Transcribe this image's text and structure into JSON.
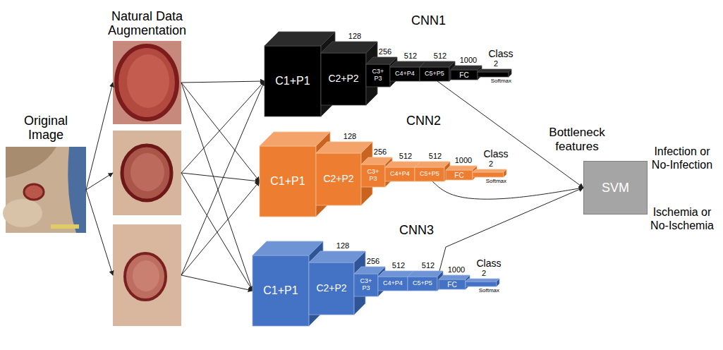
{
  "diagram": {
    "nodes": [
      {
        "text": [
          "Original Image"
        ]
      },
      {
        "text": [
          "Natural Data Augmentation"
        ]
      },
      {
        "text": [
          "CNN1"
        ]
      },
      {
        "text": [
          "C1+P1"
        ],
        "in": 2
      },
      {
        "text": [
          "C2+P2",
          "128"
        ],
        "in": 2
      },
      {
        "text": [
          "C3+ P3",
          "256"
        ],
        "in": 2
      },
      {
        "text": [
          "C4+P4",
          "512"
        ],
        "in": 2
      },
      {
        "text": [
          "C5+P5",
          "512"
        ],
        "in": 2
      },
      {
        "text": [
          "FC",
          "1000"
        ],
        "in": 2
      },
      {
        "text": [
          "Class",
          "2",
          "Softmax"
        ],
        "in": 2
      },
      {
        "text": [
          "CNN2"
        ]
      },
      {
        "text": [
          "C1+P1"
        ],
        "in": 10
      },
      {
        "text": [
          "C2+P2",
          "128"
        ],
        "in": 10
      },
      {
        "text": [
          "C3+ P3",
          "256"
        ],
        "in": 10
      },
      {
        "text": [
          "C4+P4",
          "512"
        ],
        "in": 10
      },
      {
        "text": [
          "C5+P5",
          "512"
        ],
        "in": 10
      },
      {
        "text": [
          "FC",
          "1000"
        ],
        "in": 10
      },
      {
        "text": [
          "Class",
          "2",
          "Softmax"
        ],
        "in": 10
      },
      {
        "text": [
          "CNN3"
        ]
      },
      {
        "text": [
          "C1+P1"
        ],
        "in": 18
      },
      {
        "text": [
          "C2+P2",
          "128"
        ],
        "in": 18
      },
      {
        "text": [
          "C3+ P3",
          "256"
        ],
        "in": 18
      },
      {
        "text": [
          "C4+P4",
          "512"
        ],
        "in": 18
      },
      {
        "text": [
          "C5+P5",
          "512"
        ],
        "in": 18
      },
      {
        "text": [
          "FC",
          "1000"
        ],
        "in": 18
      },
      {
        "text": [
          "Class",
          "2",
          "Softmax"
        ],
        "in": 18
      },
      {
        "text": [
          "SVM"
        ]
      }
    ],
    "edges": [
      {
        "from": 0,
        "to": 1,
        "arrow": "to"
      },
      {
        "from": 0,
        "to": 1,
        "arrow": "to"
      },
      {
        "from": 0,
        "to": 1,
        "arrow": "to"
      },
      {
        "from": 1,
        "to": 3,
        "arrow": "to"
      },
      {
        "from": 1,
        "to": 3,
        "arrow": "to"
      },
      {
        "from": 1,
        "to": 3,
        "arrow": "to"
      },
      {
        "from": 1,
        "to": 11,
        "arrow": "to"
      },
      {
        "from": 1,
        "to": 11,
        "arrow": "to"
      },
      {
        "from": 1,
        "to": 11,
        "arrow": "to"
      },
      {
        "from": 1,
        "to": 19,
        "arrow": "to"
      },
      {
        "from": 1,
        "to": 19,
        "arrow": "to"
      },
      {
        "from": 1,
        "to": 19,
        "arrow": "to"
      },
      {
        "from": 7,
        "to": 26,
        "arrow": "to"
      },
      {
        "from": 15,
        "to": 26,
        "arrow": "to"
      },
      {
        "from": 23,
        "to": 26,
        "arrow": "to"
      }
    ],
    "labels": [
      "Bottleneck features",
      "Infection or No-Infection",
      "Ischemia or No-Ischemia"
    ]
  }
}
